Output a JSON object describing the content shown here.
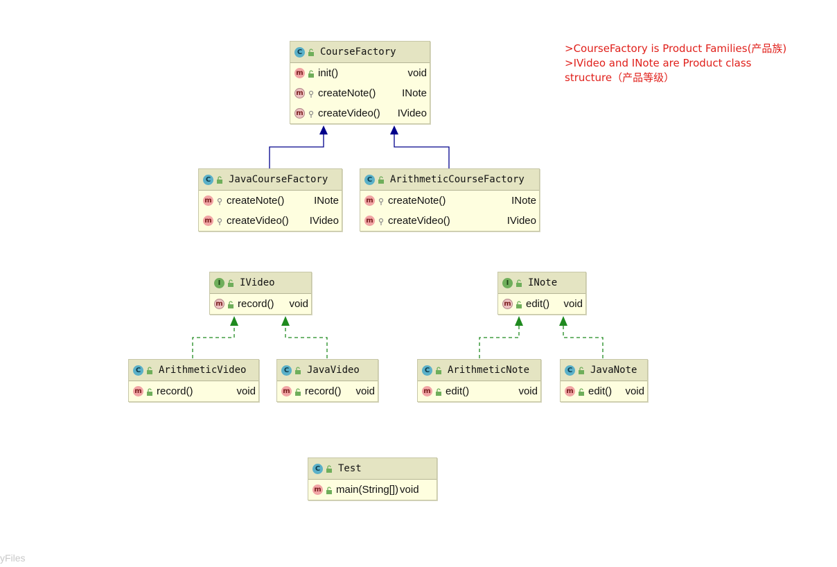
{
  "notes": [
    ">CourseFactory  is  Product  Families(产品族)",
    ">IVideo and INote are Product class",
    "structure（产品等级）"
  ],
  "watermark": "yFiles",
  "classes": {
    "course_factory": {
      "kind": "C",
      "name": "CourseFactory",
      "methods": [
        {
          "name": "init()",
          "type": "void"
        },
        {
          "name": "createNote()",
          "type": "INote"
        },
        {
          "name": "createVideo()",
          "type": "IVideo"
        }
      ]
    },
    "java_course_factory": {
      "kind": "C",
      "name": "JavaCourseFactory",
      "methods": [
        {
          "name": "createNote()",
          "type": "INote"
        },
        {
          "name": "createVideo()",
          "type": "IVideo"
        }
      ]
    },
    "arithmetic_course_factory": {
      "kind": "C",
      "name": "ArithmeticCourseFactory",
      "methods": [
        {
          "name": "createNote()",
          "type": "INote"
        },
        {
          "name": "createVideo()",
          "type": "IVideo"
        }
      ]
    },
    "ivideo": {
      "kind": "I",
      "name": "IVideo",
      "methods": [
        {
          "name": "record()",
          "type": "void"
        }
      ]
    },
    "inote": {
      "kind": "I",
      "name": "INote",
      "methods": [
        {
          "name": "edit()",
          "type": "void"
        }
      ]
    },
    "arithmetic_video": {
      "kind": "C",
      "name": "ArithmeticVideo",
      "methods": [
        {
          "name": "record()",
          "type": "void"
        }
      ]
    },
    "java_video": {
      "kind": "C",
      "name": "JavaVideo",
      "methods": [
        {
          "name": "record()",
          "type": "void"
        }
      ]
    },
    "arithmetic_note": {
      "kind": "C",
      "name": "ArithmeticNote",
      "methods": [
        {
          "name": "edit()",
          "type": "void"
        }
      ]
    },
    "java_note": {
      "kind": "C",
      "name": "JavaNote",
      "methods": [
        {
          "name": "edit()",
          "type": "void"
        }
      ]
    },
    "test": {
      "kind": "C",
      "name": "Test",
      "methods": [
        {
          "name": "main(String[])",
          "type": "void"
        }
      ]
    }
  },
  "relations": [
    {
      "from": "java_course_factory",
      "to": "course_factory",
      "type": "extends"
    },
    {
      "from": "arithmetic_course_factory",
      "to": "course_factory",
      "type": "extends"
    },
    {
      "from": "arithmetic_video",
      "to": "ivideo",
      "type": "implements"
    },
    {
      "from": "java_video",
      "to": "ivideo",
      "type": "implements"
    },
    {
      "from": "arithmetic_note",
      "to": "inote",
      "type": "implements"
    },
    {
      "from": "java_note",
      "to": "inote",
      "type": "implements"
    }
  ],
  "colors": {
    "extends": "#00008b",
    "implements": "#1f8a1f",
    "note": "#e0201b"
  }
}
